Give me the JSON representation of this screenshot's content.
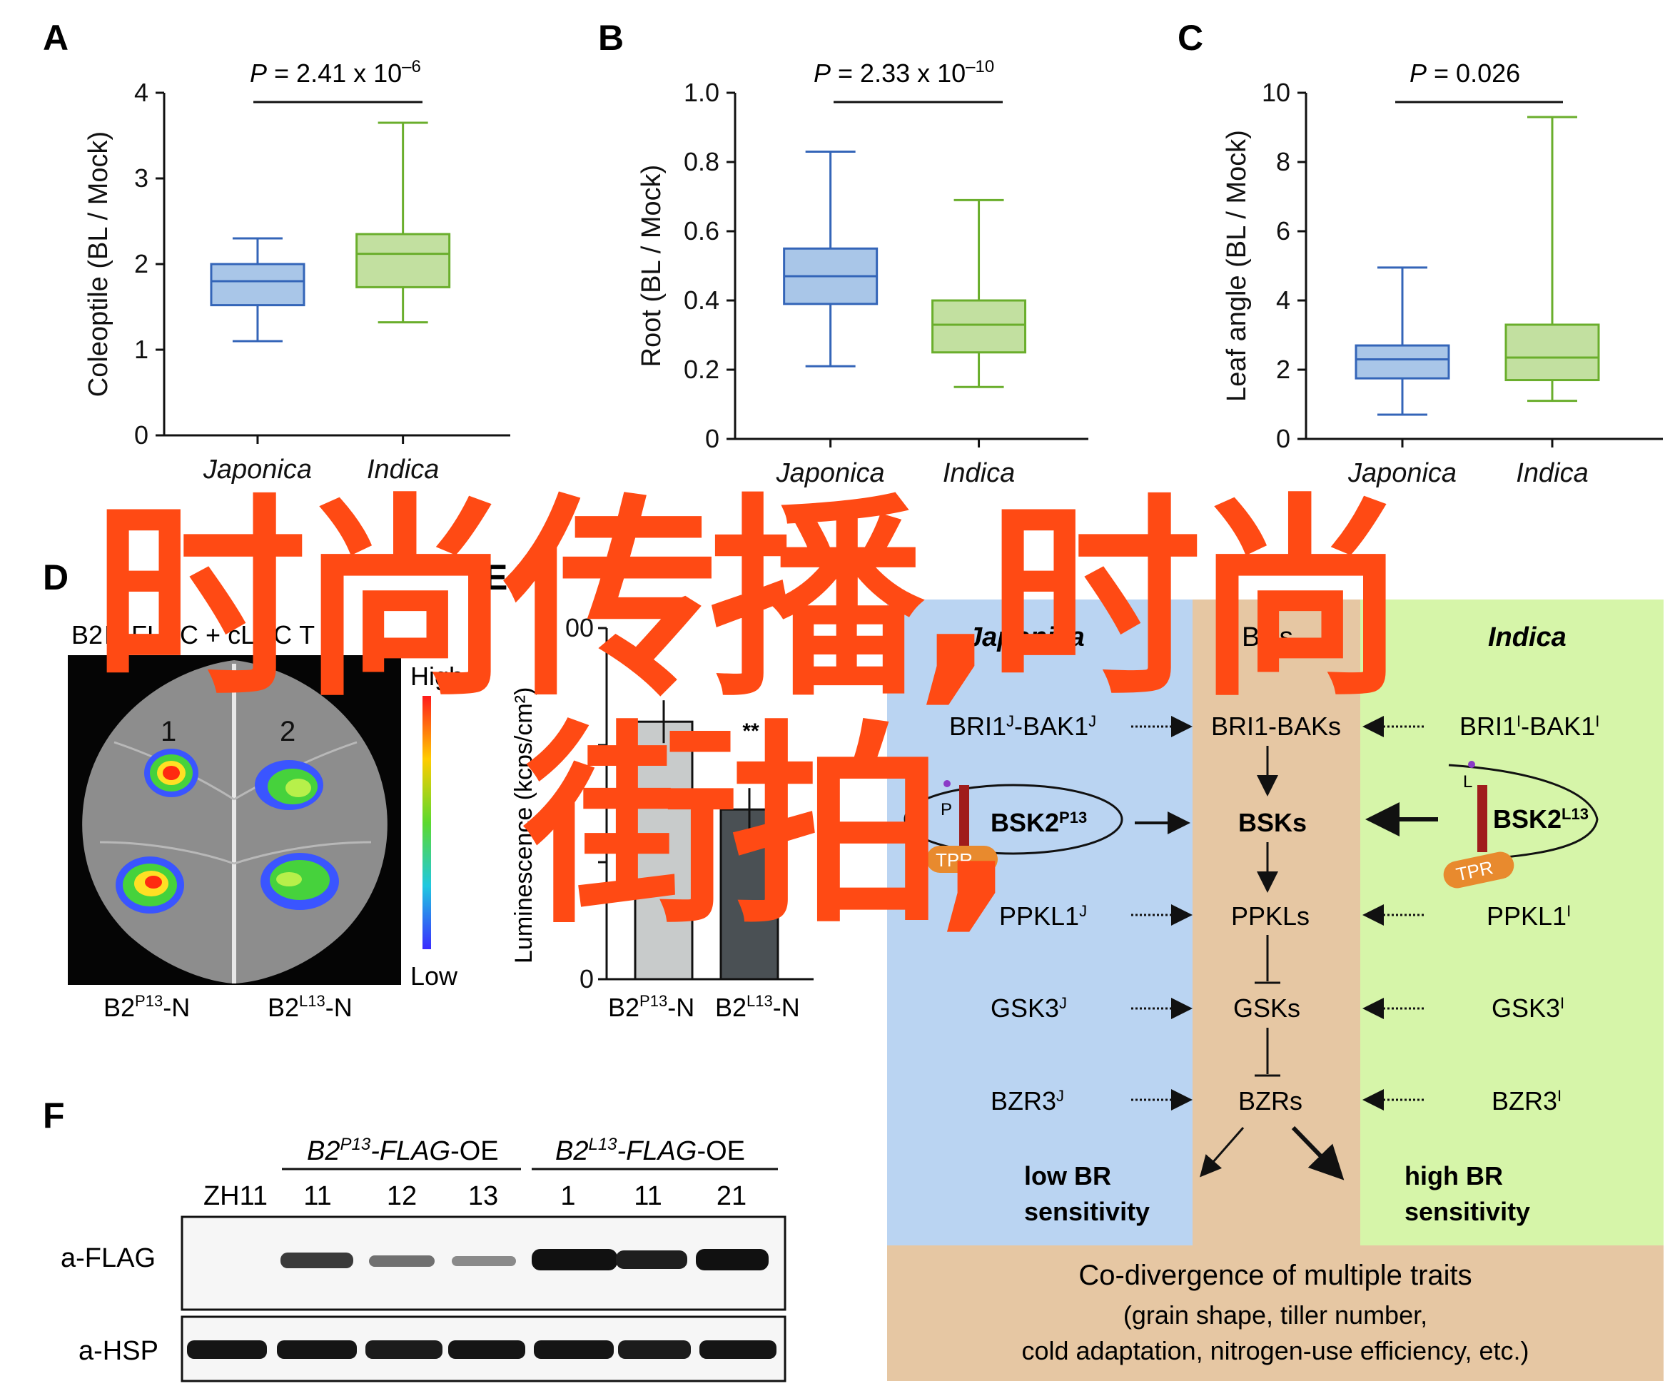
{
  "panels": {
    "A": "A",
    "B": "B",
    "C": "C",
    "D": "D",
    "E": "E",
    "F": "F"
  },
  "chart_data": [
    {
      "panel": "A",
      "type": "box",
      "ylabel": "Coleoptile (BL / Mock)",
      "ylim": [
        0,
        4
      ],
      "yticks": [
        "0",
        "1",
        "2",
        "3",
        "4"
      ],
      "categories": [
        "Japonica",
        "Indica"
      ],
      "pvalue": {
        "prefix": "P",
        "value": " = 2.41 x 10",
        "exp": "–6"
      },
      "boxes": [
        {
          "min": 1.1,
          "q1": 1.52,
          "median": 1.8,
          "q3": 2.0,
          "max": 2.3,
          "color": "#3465b8",
          "fill": "#a9c6e8"
        },
        {
          "min": 1.32,
          "q1": 1.73,
          "median": 2.12,
          "q3": 2.35,
          "max": 3.65,
          "color": "#6aae2c",
          "fill": "#c2e0a0"
        }
      ]
    },
    {
      "panel": "B",
      "type": "box",
      "ylabel": "Root (BL / Mock)",
      "ylim": [
        0,
        1.0
      ],
      "yticks": [
        "0",
        "0.2",
        "0.4",
        "0.6",
        "0.8",
        "1.0"
      ],
      "categories": [
        "Japonica",
        "Indica"
      ],
      "pvalue": {
        "prefix": "P",
        "value": " = 2.33 x 10",
        "exp": "–10"
      },
      "boxes": [
        {
          "min": 0.21,
          "q1": 0.39,
          "median": 0.47,
          "q3": 0.55,
          "max": 0.83,
          "color": "#3465b8",
          "fill": "#a9c6e8"
        },
        {
          "min": 0.15,
          "q1": 0.25,
          "median": 0.33,
          "q3": 0.4,
          "max": 0.69,
          "color": "#6aae2c",
          "fill": "#c2e0a0"
        }
      ]
    },
    {
      "panel": "C",
      "type": "box",
      "ylabel": "Leaf angle (BL / Mock)",
      "ylim": [
        0,
        10
      ],
      "yticks": [
        "0",
        "2",
        "4",
        "6",
        "8",
        "10"
      ],
      "categories": [
        "Japonica",
        "Indica"
      ],
      "pvalue": {
        "prefix": "P",
        "value": " = 0.026",
        "exp": ""
      },
      "boxes": [
        {
          "min": 0.7,
          "q1": 1.75,
          "median": 2.3,
          "q3": 2.7,
          "max": 4.95,
          "color": "#3465b8",
          "fill": "#a9c6e8"
        },
        {
          "min": 1.1,
          "q1": 1.7,
          "median": 2.35,
          "q3": 3.3,
          "max": 9.3,
          "color": "#6aae2c",
          "fill": "#c2e0a0"
        }
      ]
    },
    {
      "panel": "E",
      "type": "bar",
      "ylabel": "Luminescence (kcps/cm²)",
      "ylim": [
        0,
        300
      ],
      "yticks": [
        "0",
        "",
        "",
        "00"
      ],
      "categories": [
        "B2P13-N",
        "B2L13-N"
      ],
      "values": [
        220,
        145
      ],
      "annotation": "**"
    }
  ],
  "panelD": {
    "title_fragments": [
      "B2",
      "N-FLUC",
      "+",
      "cLUC",
      "T",
      "R"
    ],
    "leaf_labels": [
      "1",
      "2"
    ],
    "scale_high": "High",
    "scale_low": "Low",
    "x_labels": [
      {
        "base": "B2",
        "sup": "P13",
        "suffix": "-N"
      },
      {
        "base": "B2",
        "sup": "L13",
        "suffix": "-N"
      }
    ]
  },
  "panelE_xlabels": [
    {
      "base": "B2",
      "sup": "P13",
      "suffix": "-N"
    },
    {
      "base": "B2",
      "sup": "L13",
      "suffix": "-N"
    }
  ],
  "panelF": {
    "group1": {
      "pre": "B2",
      "sup": "P13",
      "mid": "-FLAG",
      "post": "-OE"
    },
    "group2": {
      "pre": "B2",
      "sup": "L13",
      "mid": "-FLAG",
      "post": "-OE"
    },
    "lanes": [
      "ZH11",
      "11",
      "12",
      "13",
      "1",
      "11",
      "21"
    ],
    "rows": [
      "a-FLAG",
      "a-HSP"
    ]
  },
  "model": {
    "japonica_title": "Japonica",
    "brs_title": "BRs",
    "indica_title": "Indica",
    "rows": [
      {
        "left": {
          "base": "BRI1",
          "sup": "J",
          "mid": "-BAK1",
          "sup2": "J"
        },
        "center": "BRI1-BAKs",
        "right": {
          "base": "BRI1",
          "sup": "I",
          "mid": "-BAK1",
          "sup2": "I"
        }
      },
      {
        "left": {
          "base": "BSK2",
          "sup": "P13"
        },
        "center": "BSKs",
        "right": {
          "base": "BSK2",
          "sup": "L13"
        }
      },
      {
        "left": {
          "base": "PPKL1",
          "sup": "J"
        },
        "center": "PPKLs",
        "right": {
          "base": "PPKL1",
          "sup": "I"
        }
      },
      {
        "left": {
          "base": "GSK3",
          "sup": "J"
        },
        "center": "GSKs",
        "right": {
          "base": "GSK3",
          "sup": "I"
        }
      },
      {
        "left": {
          "base": "BZR3",
          "sup": "J"
        },
        "center": "BZRs",
        "right": {
          "base": "BZR3",
          "sup": "I"
        }
      }
    ],
    "tpr_label": "TPR",
    "p_label": "P",
    "l_label": "L",
    "low_br": [
      "low BR",
      "sensitivity"
    ],
    "high_br": [
      "high BR",
      "sensitivity"
    ],
    "footer_title": "Co-divergence of multiple traits",
    "footer_line1": "(grain shape, tiller number,",
    "footer_line2": "cold adaptation, nitrogen-use efficiency, etc.)"
  },
  "watermark": {
    "line1": "时尚传播,时尚",
    "line2": "街拍,",
    "color": "#ff4a14"
  }
}
